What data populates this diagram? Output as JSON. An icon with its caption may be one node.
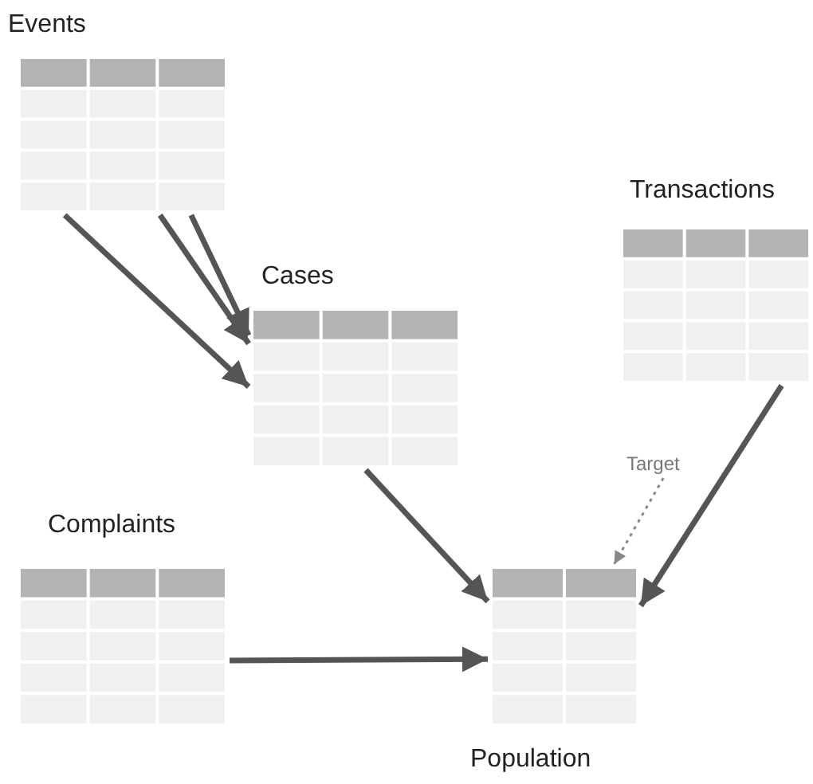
{
  "diagram": {
    "nodes": [
      {
        "text": [
          "Events"
        ]
      },
      {
        "text": [
          "Transactions"
        ]
      },
      {
        "text": [
          "Cases"
        ]
      },
      {
        "text": [
          "Target"
        ]
      },
      {
        "text": [
          "Complaints"
        ]
      },
      {
        "text": [
          "Population"
        ]
      }
    ],
    "edges": [
      {
        "from": 0,
        "to": 2,
        "arrow": "to"
      },
      {
        "from": 0,
        "to": 2,
        "arrow": "to"
      },
      {
        "from": 0,
        "to": 2,
        "arrow": "to"
      },
      {
        "from": 2,
        "to": 5,
        "arrow": "to"
      },
      {
        "from": 1,
        "to": 5,
        "arrow": "to"
      },
      {
        "from": 4,
        "to": 5,
        "arrow": "to"
      },
      {
        "from": 3,
        "to": 5,
        "arrow": "to",
        "style": "dashed",
        "color": "#888888"
      }
    ]
  }
}
